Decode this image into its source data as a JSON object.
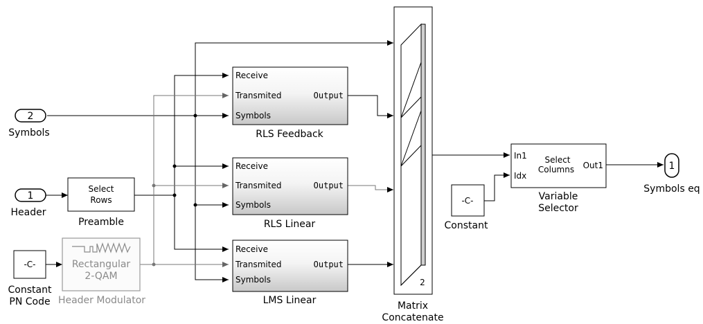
{
  "inports": [
    {
      "number": "2",
      "label": "Symbols"
    },
    {
      "number": "1",
      "label": "Header"
    }
  ],
  "outport": {
    "number": "1",
    "label": "Symbols eq"
  },
  "preamble": {
    "text_line1": "Select",
    "text_line2": "Rows",
    "label": "Preamble"
  },
  "constant_pn": {
    "value": "-C-",
    "label_line1": "Constant",
    "label_line2": "PN Code"
  },
  "modulator": {
    "text_line1": "Rectangular",
    "text_line2": "2-QAM",
    "label": "Header Modulator"
  },
  "equalizers": [
    {
      "name": "RLS Feedback",
      "ports": [
        "Receive",
        "Transmited",
        "Symbols"
      ],
      "output": "Output"
    },
    {
      "name": "RLS Linear",
      "ports": [
        "Receive",
        "Transmited",
        "Symbols"
      ],
      "output": "Output"
    },
    {
      "name": "LMS Linear",
      "ports": [
        "Receive",
        "Transmited",
        "Symbols"
      ],
      "output": "Output"
    }
  ],
  "concat": {
    "dim": "2",
    "label_line1": "Matrix",
    "label_line2": "Concatenate"
  },
  "constant_idx": {
    "value": "-C-",
    "label": "Constant"
  },
  "selector": {
    "in1": "In1",
    "idx": "Idx",
    "out1": "Out1",
    "text_line1": "Select",
    "text_line2": "Columns",
    "label_line1": "Variable",
    "label_line2": "Selector"
  }
}
